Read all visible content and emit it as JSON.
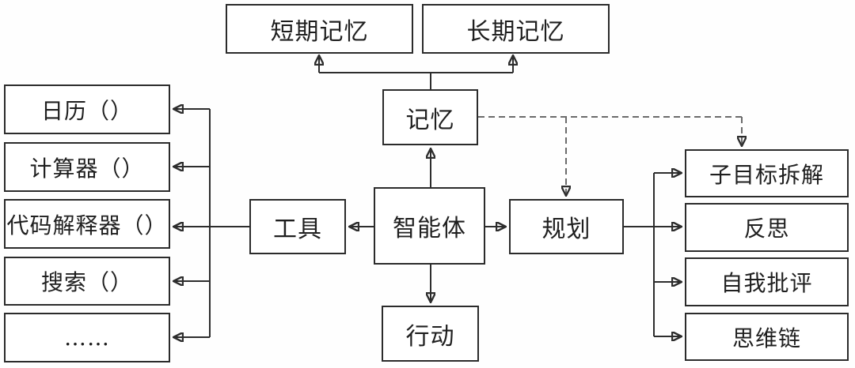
{
  "diagram_name": "agent-architecture-diagram",
  "colors": {
    "background": "#fefefe",
    "box_fill": "#ffffff",
    "solid_line": "#2d2d2d",
    "dashed_line": "#6b6b6b",
    "text": "#1f1f1f"
  },
  "nodes": {
    "agent": "智能体",
    "memory": "记忆",
    "short_term_memory": "短期记忆",
    "long_term_memory": "长期记忆",
    "tools": "工具",
    "planning": "规划",
    "action": "行动"
  },
  "tool_items": [
    "日历（）",
    "计算器（）",
    "代码解释器（）",
    "搜索（）",
    "……"
  ],
  "planning_items": [
    "子目标拆解",
    "反思",
    "自我批评",
    "思维链"
  ]
}
